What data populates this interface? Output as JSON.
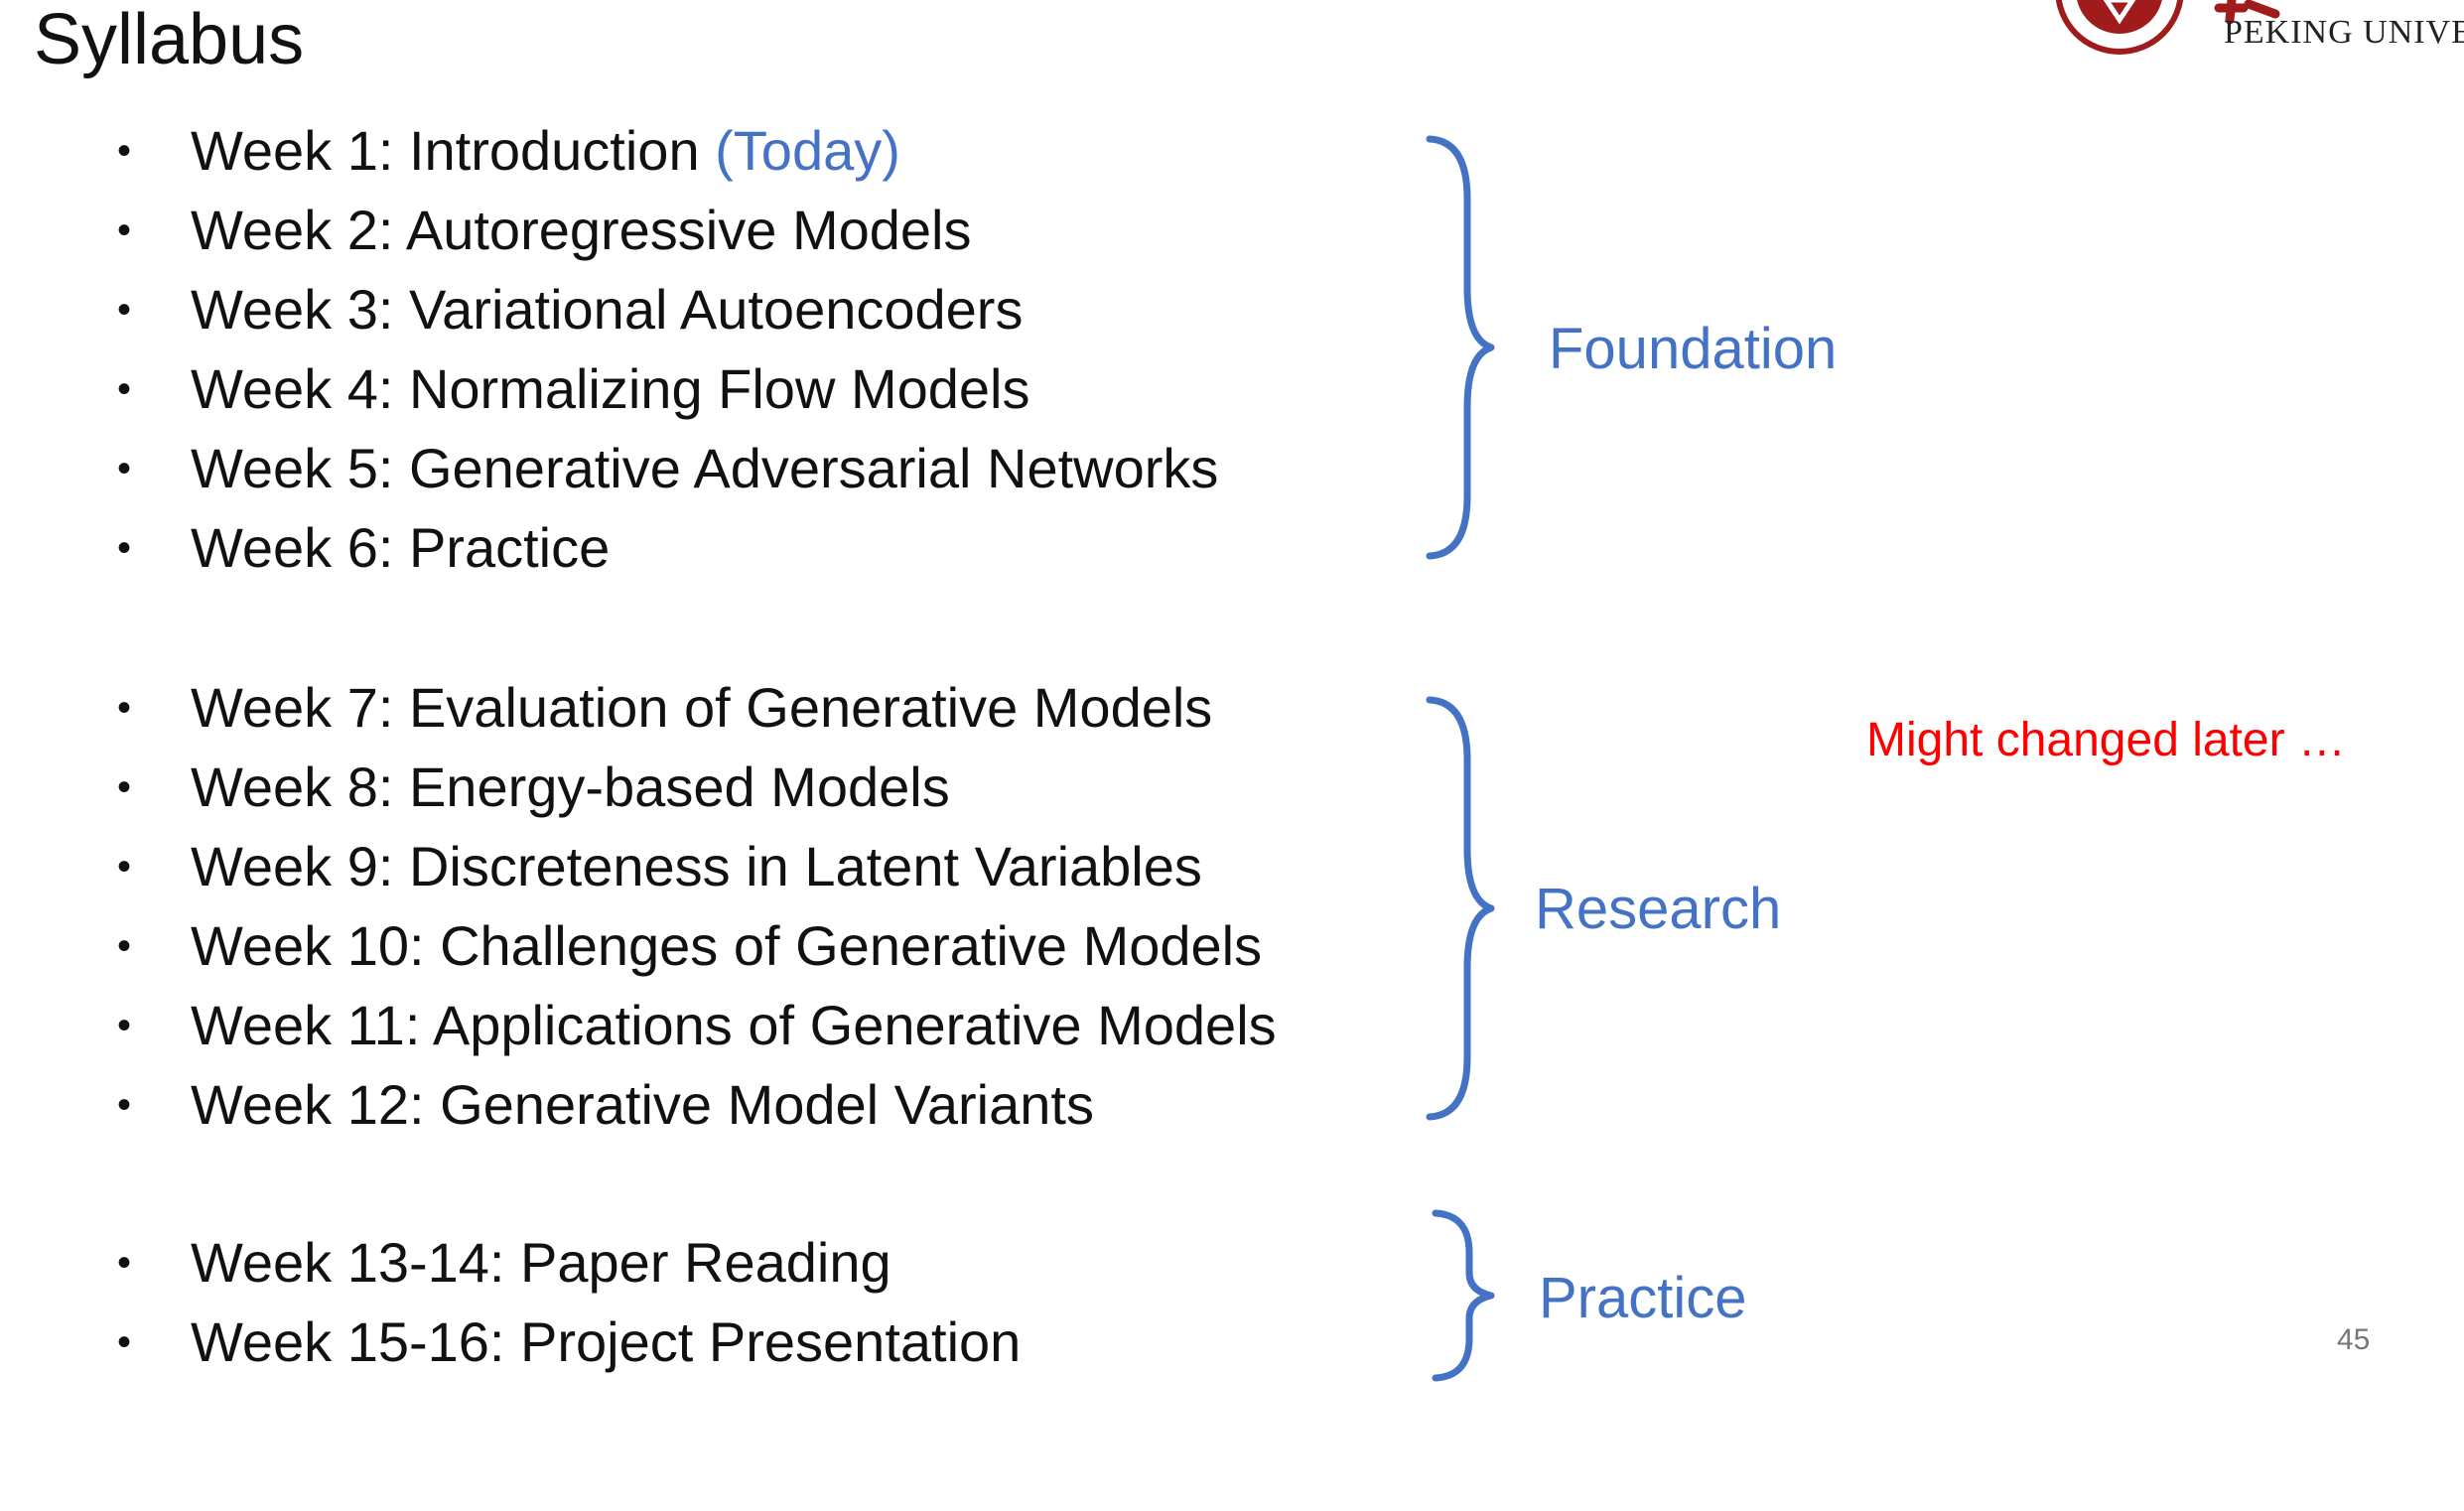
{
  "slide": {
    "title": "Syllabus",
    "logo_text": "PEKING UNIVE",
    "page_number": "45",
    "note": "Might changed later …"
  },
  "groups": [
    {
      "label": "Foundation",
      "items": [
        {
          "text": "Week 1: Introduction ",
          "highlight": "(Today)"
        },
        {
          "text": "Week 2: Autoregressive Models"
        },
        {
          "text": "Week 3: Variational Autoencoders"
        },
        {
          "text": "Week 4: Normalizing Flow Models"
        },
        {
          "text": "Week 5: Generative Adversarial Networks"
        },
        {
          "text": "Week 6: Practice"
        }
      ]
    },
    {
      "label": "Research",
      "items": [
        {
          "text": "Week 7: Evaluation of Generative Models"
        },
        {
          "text": "Week 8: Energy-based Models"
        },
        {
          "text": "Week 9: Discreteness in Latent Variables"
        },
        {
          "text": "Week 10: Challenges of Generative Models"
        },
        {
          "text": "Week 11: Applications of Generative Models"
        },
        {
          "text": "Week 12: Generative Model Variants"
        }
      ]
    },
    {
      "label": "Practice",
      "items": [
        {
          "text": "Week 13-14: Paper Reading"
        },
        {
          "text": "Week 15-16: Project Presentation"
        }
      ]
    }
  ],
  "colors": {
    "accent": "#4472c4",
    "note": "#ff0000",
    "text": "#111111"
  }
}
